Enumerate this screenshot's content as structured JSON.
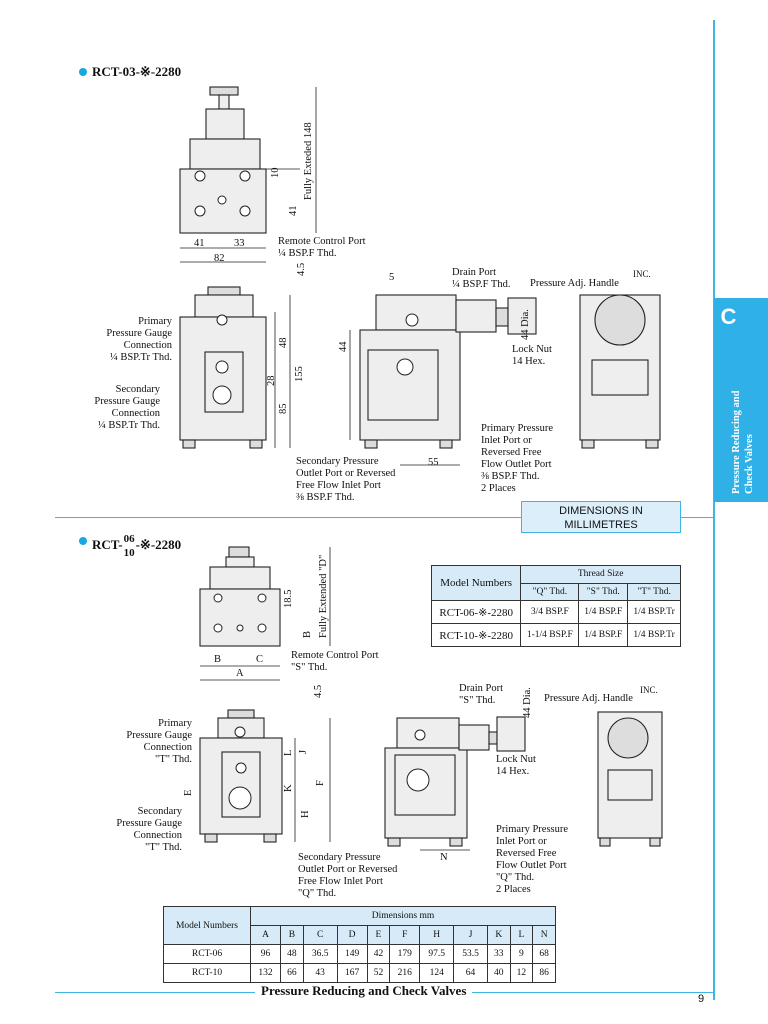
{
  "sections": [
    {
      "title": "RCT-03-※-2280"
    },
    {
      "title_prefix": "RCT-",
      "title_top": "06",
      "title_bottom": "10",
      "title_suffix": "-※-2280"
    }
  ],
  "side_tab": {
    "letter": "C",
    "text": "Pressure Reducing and\nCheck Valves",
    "color": "#2fb0e6"
  },
  "accent_color": "#3fb5e3",
  "diagram1": {
    "labels": {
      "remote_control": "Remote Control Port\n¼ BSP.F Thd.",
      "drain": "Drain Port\n¼ BSP.F Thd.",
      "adj_handle": "Pressure Adj. Handle",
      "inc": "INC.",
      "primary_gauge": "Primary\nPressure Gauge\nConnection\n¼ BSP.Tr Thd.",
      "secondary_gauge": "Secondary\nPressure Gauge\nConnection\n¼ BSP.Tr Thd.",
      "lock_nut": "Lock Nut\n14 Hex.",
      "primary_inlet": "Primary Pressure\nInlet Port or\nReversed Free\nFlow Outlet Port\n⅜ BSP.F Thd.\n2 Places",
      "secondary_outlet": "Secondary Pressure\nOutlet Port or Reversed\nFree Flow Inlet Port\n⅜ BSP.F Thd.",
      "fully_extended": "Fully Exteded 148",
      "dia": "44 Dia."
    },
    "dims": {
      "d41a": "41",
      "d33": "33",
      "d82": "82",
      "d10": "10",
      "d41b": "41",
      "d45": "4.5",
      "d48": "48",
      "d28": "28",
      "d85": "85",
      "d155": "155",
      "d5": "5",
      "d44": "44",
      "d55": "55"
    }
  },
  "dims_note": "DIMENSIONS IN\nMILLIMETRES",
  "diagram2": {
    "labels": {
      "remote_control": "Remote Control Port\n\"S\" Thd.",
      "drain": "Drain Port\n\"S\" Thd.",
      "adj_handle": "Pressure Adj. Handle",
      "inc": "INC.",
      "primary_gauge": "Primary\nPressure Gauge\nConnection\n\"T\" Thd.",
      "secondary_gauge": "Secondary\nPressure Gauge\nConnection\n\"T\" Thd.",
      "lock_nut": "Lock Nut\n14 Hex.",
      "primary_inlet": "Primary Pressure\nInlet Port or\nReversed Free\nFlow Outlet Port\n\"Q\" Thd.\n2 Places",
      "secondary_outlet": "Secondary Pressure\nOutlet Port or Reversed\nFree Flow Inlet Port\n\"Q\" Thd.",
      "fully_extended": "Fully Extended \"D\"",
      "dia": "44 Dia."
    },
    "dims": {
      "a": "A",
      "b": "B",
      "c": "C",
      "b_v": "B",
      "d185": "18.5",
      "d45": "4.5",
      "l": "L",
      "j": "J",
      "k": "K",
      "e": "E",
      "h": "H",
      "f": "F",
      "n": "N"
    }
  },
  "thread_table": {
    "col_model": "Model Numbers",
    "col_thread": "Thread Size",
    "sub_headers": [
      "\"Q\" Thd.",
      "\"S\" Thd.",
      "\"T\" Thd."
    ],
    "rows": [
      {
        "model": "RCT-06-※-2280",
        "q": "3/4 BSP.F",
        "s": "1/4 BSP.F",
        "t": "1/4 BSP.Tr"
      },
      {
        "model": "RCT-10-※-2280",
        "q": "1-1/4 BSP.F",
        "s": "1/4 BSP.F",
        "t": "1/4  BSP.Tr"
      }
    ]
  },
  "dims_table": {
    "col_model": "Model Numbers",
    "col_dims": "Dimensions  mm",
    "columns": [
      "A",
      "B",
      "C",
      "D",
      "E",
      "F",
      "H",
      "J",
      "K",
      "L",
      "N"
    ],
    "rows": [
      {
        "model": "RCT-06",
        "values": [
          "96",
          "48",
          "36.5",
          "149",
          "42",
          "179",
          "97.5",
          "53.5",
          "33",
          "9",
          "68"
        ]
      },
      {
        "model": "RCT-10",
        "values": [
          "132",
          "66",
          "43",
          "167",
          "52",
          "216",
          "124",
          "64",
          "40",
          "12",
          "86"
        ]
      }
    ]
  },
  "footer": {
    "title": "Pressure Reducing and Check Valves",
    "page": "9"
  }
}
